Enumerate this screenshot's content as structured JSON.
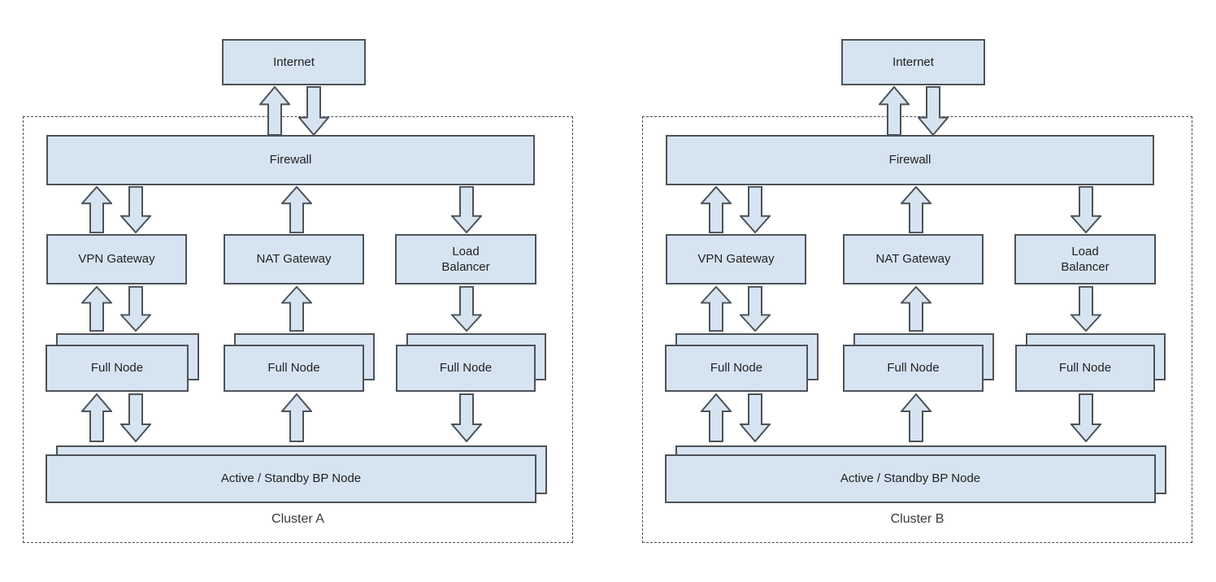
{
  "palette": {
    "node_fill": "#d6e4f2",
    "node_border": "#4e5257",
    "boundary_dash": "#4a4a4a",
    "text": "#212121",
    "background": "#ffffff"
  },
  "clusters": [
    {
      "name": "Cluster A",
      "internet": {
        "label": "Internet",
        "link_to_firewall": "bidirectional"
      },
      "firewall": {
        "label": "Firewall"
      },
      "gateways": [
        {
          "label": "VPN Gateway",
          "link_to_firewall": "bidirectional",
          "link_to_node": "bidirectional"
        },
        {
          "label": "NAT Gateway",
          "link_to_firewall": "up",
          "link_to_node": "up"
        },
        {
          "label": "Load Balancer",
          "link_to_firewall": "down",
          "link_to_node": "down"
        }
      ],
      "full_nodes": [
        {
          "label": "Full Node",
          "stacked": true,
          "link_to_bp": "bidirectional"
        },
        {
          "label": "Full Node",
          "stacked": true,
          "link_to_bp": "up"
        },
        {
          "label": "Full Node",
          "stacked": true,
          "link_to_bp": "down"
        }
      ],
      "bp_node": {
        "label": "Active / Standby BP Node",
        "stacked": true
      }
    },
    {
      "name": "Cluster B",
      "internet": {
        "label": "Internet",
        "link_to_firewall": "bidirectional"
      },
      "firewall": {
        "label": "Firewall"
      },
      "gateways": [
        {
          "label": "VPN Gateway",
          "link_to_firewall": "bidirectional",
          "link_to_node": "bidirectional"
        },
        {
          "label": "NAT Gateway",
          "link_to_firewall": "up",
          "link_to_node": "up"
        },
        {
          "label": "Load Balancer",
          "link_to_firewall": "down",
          "link_to_node": "down"
        }
      ],
      "full_nodes": [
        {
          "label": "Full Node",
          "stacked": true,
          "link_to_bp": "bidirectional"
        },
        {
          "label": "Full Node",
          "stacked": true,
          "link_to_bp": "up"
        },
        {
          "label": "Full Node",
          "stacked": true,
          "link_to_bp": "down"
        }
      ],
      "bp_node": {
        "label": "Active / Standby BP Node",
        "stacked": true
      }
    }
  ]
}
